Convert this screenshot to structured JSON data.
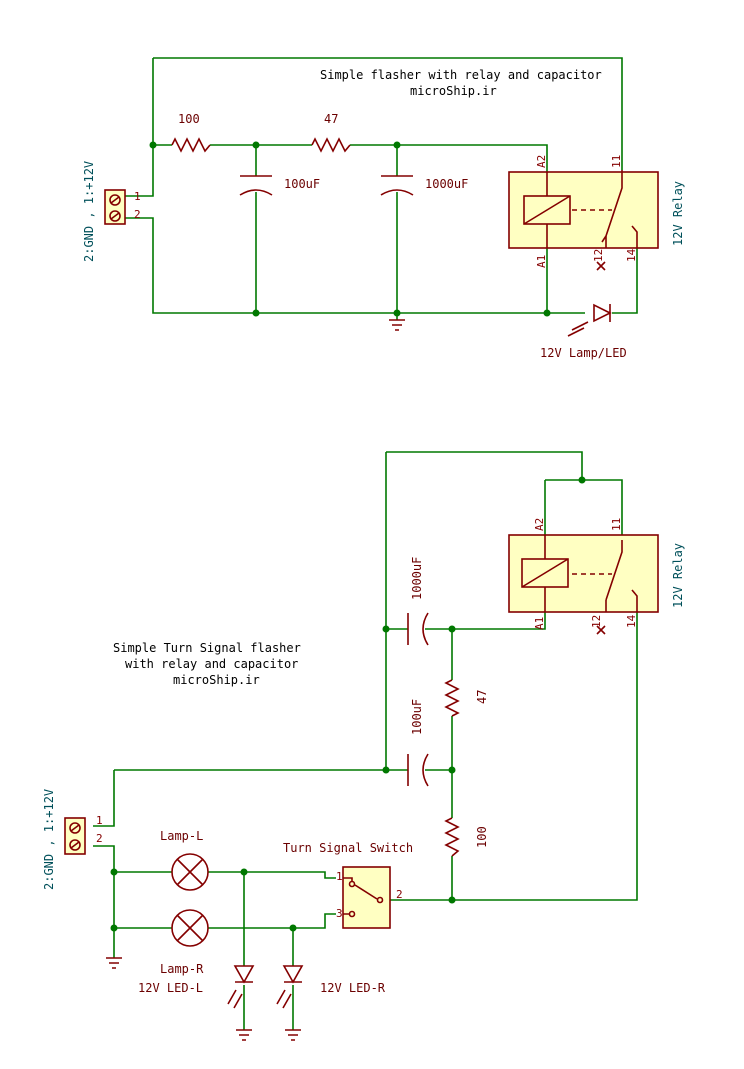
{
  "top": {
    "note_line1": "Simple flasher with relay and capacitor",
    "note_line2": "microShip.ir",
    "connector_label": "2:GND , 1:+12V",
    "connector_pin1": "1",
    "connector_pin2": "2",
    "r1_value": "100",
    "r2_value": "47",
    "c1_value": "100uF",
    "c2_value": "1000uF",
    "relay_label": "12V Relay",
    "relay_pins": {
      "a2": "A2",
      "a1": "A1",
      "p11": "11",
      "p12": "12",
      "p14": "14"
    },
    "led_label": "12V Lamp/LED"
  },
  "bottom": {
    "note_line1": "Simple Turn Signal flasher",
    "note_line2": "with relay and capacitor",
    "note_line3": "microShip.ir",
    "connector_label": "2:GND , 1:+12V",
    "connector_pin1": "1",
    "connector_pin2": "2",
    "c_top_value": "1000uF",
    "c_bottom_value": "100uF",
    "r_top_value": "47",
    "r_bottom_value": "100",
    "relay_label": "12V Relay",
    "relay_pins": {
      "a2": "A2",
      "a1": "A1",
      "p11": "11",
      "p12": "12",
      "p14": "14"
    },
    "switch_label": "Turn Signal Switch",
    "switch_pins": {
      "p1": "1",
      "p2": "2",
      "p3": "3"
    },
    "lamp_left_label": "Lamp-L",
    "lamp_right_label": "Lamp-R",
    "led_left_label": "12V LED-L",
    "led_right_label": "12V LED-R"
  },
  "colors": {
    "wire": "#007800",
    "component": "#840000",
    "fill": "#ffffc2",
    "value_text": "#00505a"
  }
}
